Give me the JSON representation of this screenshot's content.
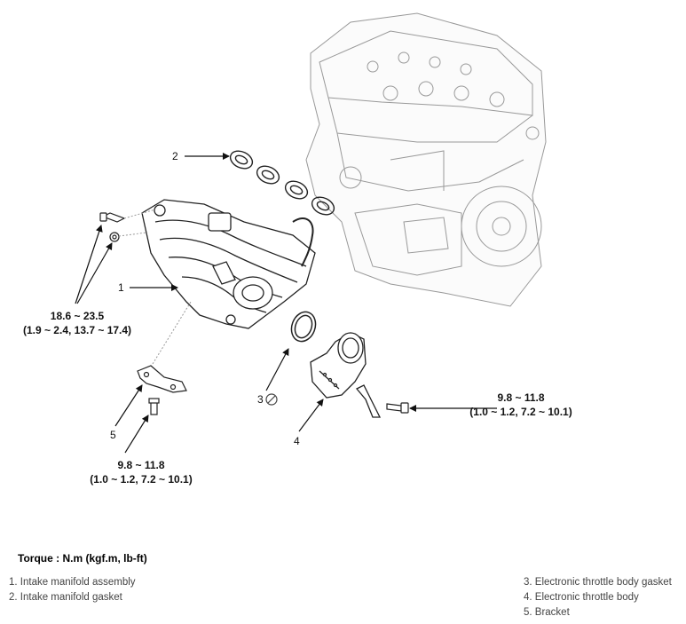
{
  "callouts": {
    "c1": "1",
    "c2": "2",
    "c3": "3",
    "c4": "4",
    "c5": "5"
  },
  "torque_specs": {
    "manifold_bolts": {
      "nm": "18.6 ~ 23.5",
      "alt": "(1.9 ~ 2.4, 13.7 ~ 17.4)"
    },
    "throttle_bracket": {
      "nm": "9.8 ~ 11.8",
      "alt": "(1.0 ~ 1.2, 7.2 ~ 10.1)"
    },
    "bracket_bolt": {
      "nm": "9.8 ~ 11.8",
      "alt": "(1.0 ~ 1.2, 7.2 ~ 10.1)"
    }
  },
  "legend": {
    "title": "Torque : N.m (kgf.m, lb-ft)",
    "left_items": [
      "1. Intake manifold assembly",
      "2. Intake manifold gasket"
    ],
    "right_items": [
      "3. Electronic throttle body gasket",
      "4. Electronic throttle body",
      "5. Bracket"
    ]
  },
  "icons": {
    "no_reuse": "do-not-reuse-icon"
  }
}
